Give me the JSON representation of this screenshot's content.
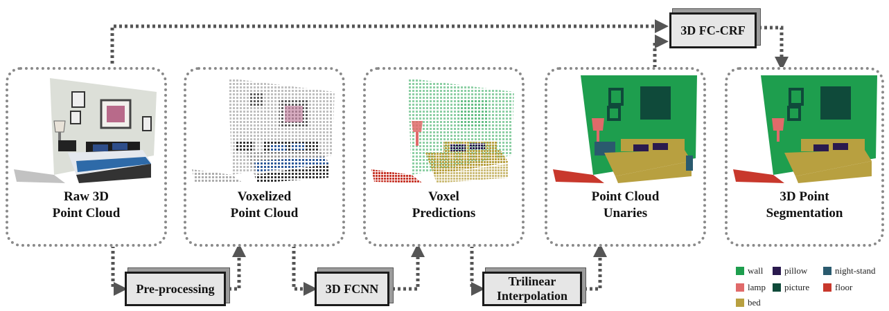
{
  "stages": [
    {
      "id": "raw",
      "line1": "Raw 3D",
      "line2": "Point Cloud"
    },
    {
      "id": "voxelized",
      "line1": "Voxelized",
      "line2": "Point Cloud"
    },
    {
      "id": "voxel-pred",
      "line1": "Voxel",
      "line2": "Predictions"
    },
    {
      "id": "unaries",
      "line1": "Point Cloud",
      "line2": "Unaries"
    },
    {
      "id": "segmentation",
      "line1": "3D Point",
      "line2": "Segmentation"
    }
  ],
  "operations": {
    "preprocessing": {
      "line1": "Pre-processing"
    },
    "fcnn": {
      "line1": "3D FCNN"
    },
    "trilinear": {
      "line1": "Trilinear",
      "line2": "Interpolation"
    },
    "fccrf": {
      "line1": "3D FC-CRF"
    }
  },
  "legend": [
    {
      "label": "wall",
      "color": "#1e9e4e"
    },
    {
      "label": "pillow",
      "color": "#2a1a4e"
    },
    {
      "label": "night-stand",
      "color": "#2a5a6e"
    },
    {
      "label": "lamp",
      "color": "#e06a6a"
    },
    {
      "label": "picture",
      "color": "#0f4a3a"
    },
    {
      "label": "floor",
      "color": "#c8382c"
    },
    {
      "label": "bed",
      "color": "#b8a040"
    }
  ],
  "colors": {
    "box_border": "#8a8a8a",
    "arrow": "#555555",
    "op_fill": "#e6e6e6"
  }
}
